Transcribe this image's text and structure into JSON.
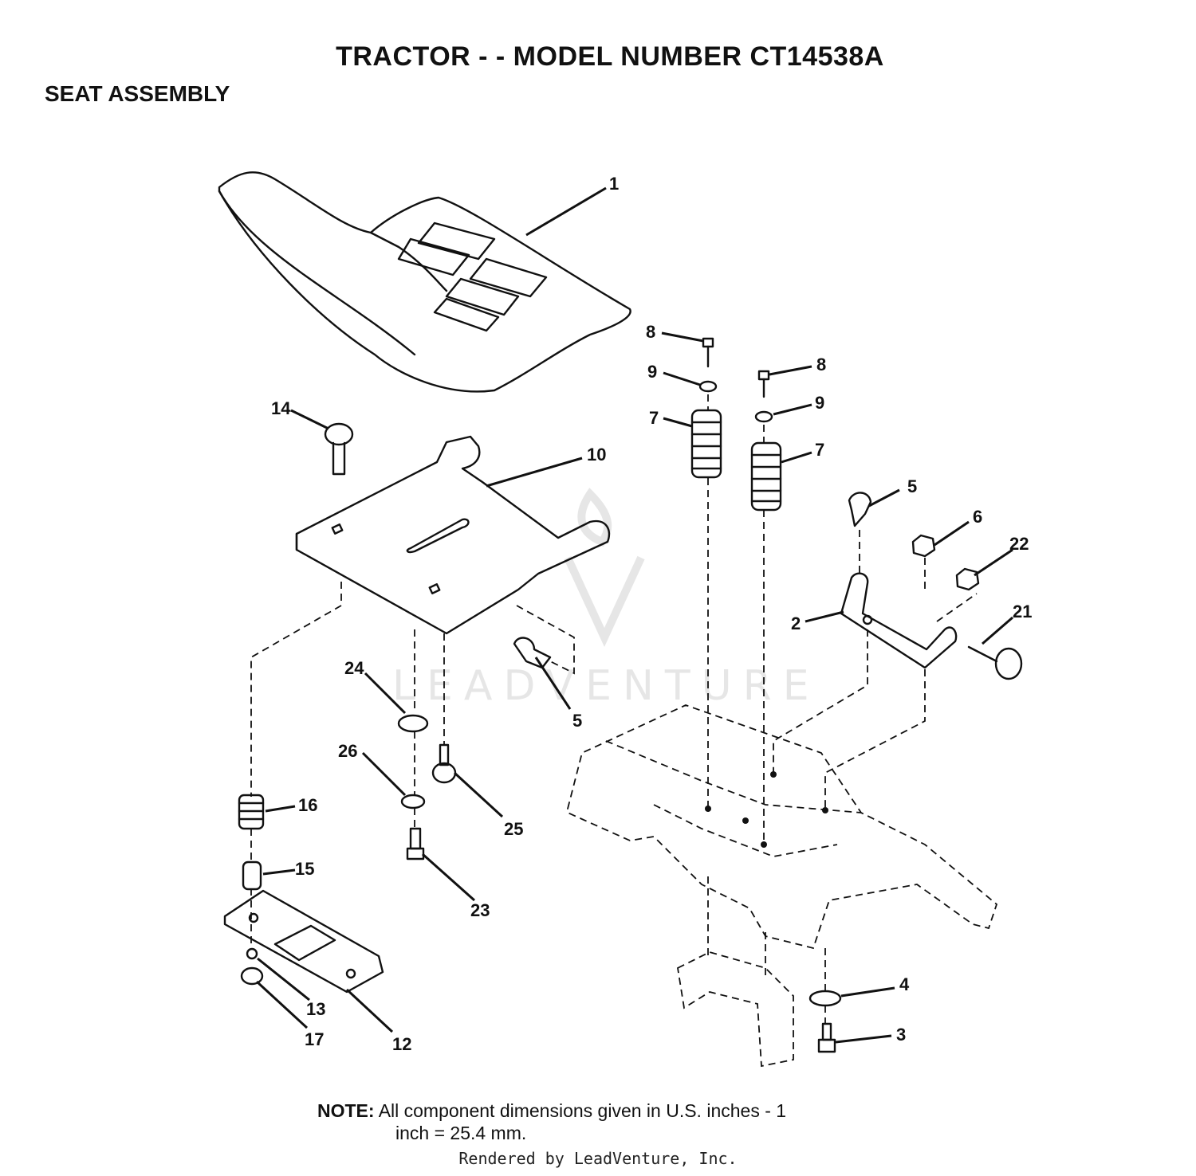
{
  "header": {
    "title": "TRACTOR - - MODEL NUMBER CT14538A",
    "subtitle": "SEAT ASSEMBLY"
  },
  "callouts": {
    "c1": "1",
    "c2": "2",
    "c3": "3",
    "c4": "4",
    "c5a": "5",
    "c5b": "5",
    "c6": "6",
    "c7a": "7",
    "c7b": "7",
    "c8a": "8",
    "c8b": "8",
    "c9a": "9",
    "c9b": "9",
    "c10": "10",
    "c12": "12",
    "c13": "13",
    "c14": "14",
    "c15": "15",
    "c16": "16",
    "c17": "17",
    "c21": "21",
    "c22": "22",
    "c23": "23",
    "c24": "24",
    "c25": "25",
    "c26": "26"
  },
  "watermark": "LEADVENTURE",
  "note": {
    "label": "NOTE:",
    "line1": "All component dimensions given in U.S. inches - 1",
    "line2": "inch = 25.4 mm."
  },
  "footer": {
    "rendered_by": "Rendered by LeadVenture, Inc."
  }
}
